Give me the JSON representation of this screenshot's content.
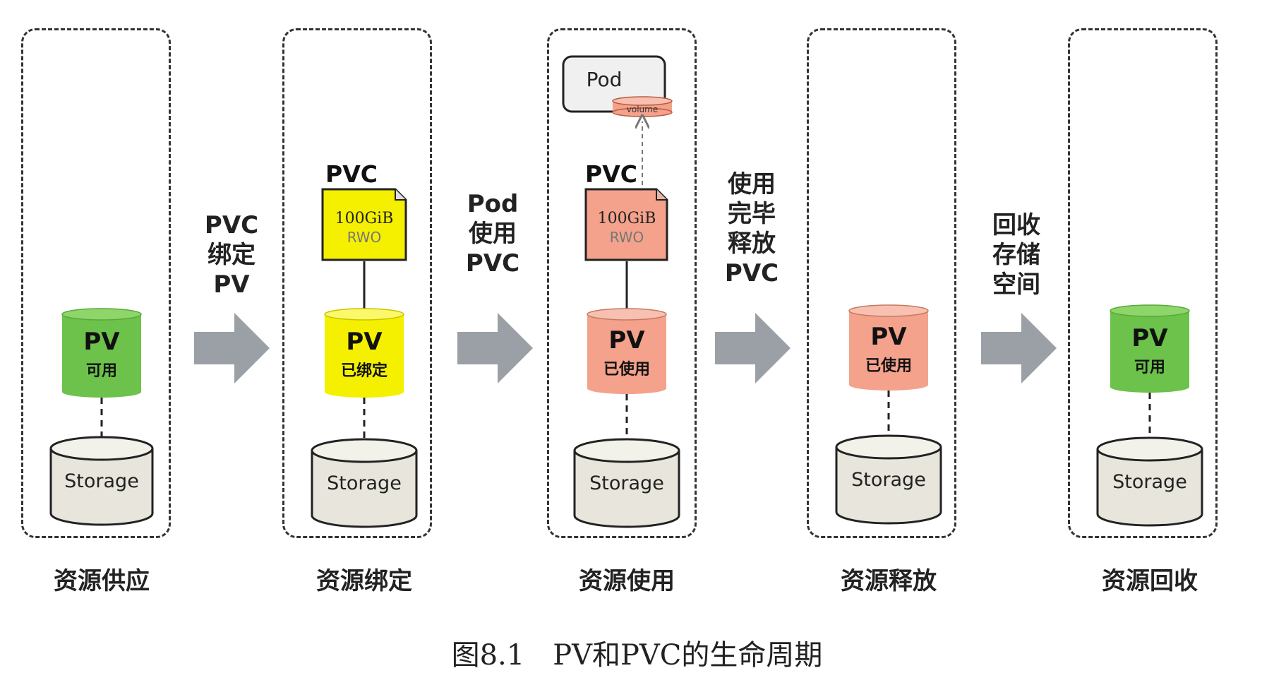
{
  "stages": [
    {
      "label": "资源供应",
      "pv_title": "PV",
      "pv_status": "可用",
      "pv_color": "#6cc24a",
      "storage": "Storage"
    },
    {
      "label": "资源绑定",
      "pv_title": "PV",
      "pv_status": "已绑定",
      "pv_color": "#f5f000",
      "storage": "Storage",
      "pvc": {
        "title": "PVC",
        "size": "100GiB",
        "mode": "RWO",
        "color": "#f5f000"
      }
    },
    {
      "label": "资源使用",
      "pv_title": "PV",
      "pv_status": "已使用",
      "pv_color": "#f4a28c",
      "storage": "Storage",
      "pvc": {
        "title": "PVC",
        "size": "100GiB",
        "mode": "RWO",
        "color": "#f4a28c"
      },
      "pod": {
        "title": "Pod",
        "volume": "volume"
      }
    },
    {
      "label": "资源释放",
      "pv_title": "PV",
      "pv_status": "已使用",
      "pv_color": "#f4a28c",
      "storage": "Storage"
    },
    {
      "label": "资源回收",
      "pv_title": "PV",
      "pv_status": "可用",
      "pv_color": "#6cc24a",
      "storage": "Storage"
    }
  ],
  "transitions": [
    {
      "lines": [
        "PVC",
        "绑定",
        "PV"
      ]
    },
    {
      "lines": [
        "Pod",
        "使用",
        "PVC"
      ]
    },
    {
      "lines": [
        "使用",
        "完毕",
        "释放",
        "PVC"
      ]
    },
    {
      "lines": [
        "回收",
        "存储",
        "空间"
      ]
    }
  ],
  "caption": "图8.1　PV和PVC的生命周期",
  "colors": {
    "arrow": "#9aa0a6",
    "storage_fill": "#e8e6dc",
    "border": "#333333"
  }
}
